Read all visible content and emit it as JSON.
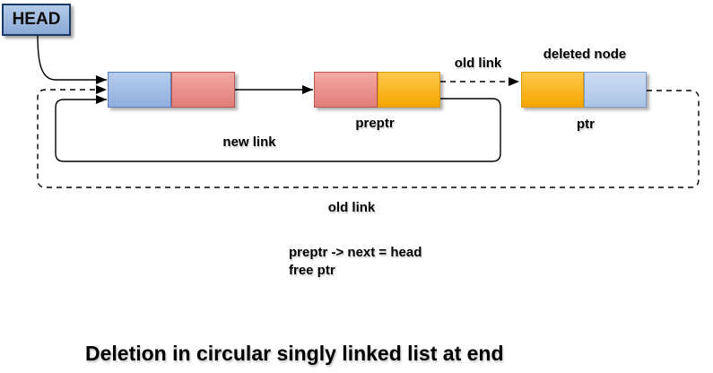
{
  "head": {
    "label": "HEAD"
  },
  "labels": {
    "old_link_top": "old link",
    "deleted_node": "deleted node",
    "preptr": "preptr",
    "ptr": "ptr",
    "new_link": "new link",
    "old_link_bottom": "old link"
  },
  "code": {
    "line1": "preptr -> next = head",
    "line2": "free ptr"
  },
  "title": "Deletion in circular singly linked list at end",
  "nodes": [
    {
      "id": "first-node",
      "halves": [
        "blue",
        "red"
      ]
    },
    {
      "id": "preptr-node",
      "halves": [
        "red",
        "orange"
      ]
    },
    {
      "id": "deleted-node",
      "halves": [
        "orange",
        "paleblue"
      ]
    }
  ],
  "links": [
    {
      "name": "head-pointer",
      "style": "solid",
      "from": "HEAD",
      "to": "first-node"
    },
    {
      "name": "first-to-preptr",
      "style": "solid",
      "from": "first-node",
      "to": "preptr-node"
    },
    {
      "name": "old-link-top",
      "style": "dashed",
      "from": "preptr-node",
      "to": "deleted-node"
    },
    {
      "name": "old-link-wrap",
      "style": "dashed",
      "from": "deleted-node",
      "to": "first-node"
    },
    {
      "name": "new-link-wrap",
      "style": "solid",
      "from": "preptr-node",
      "to": "first-node"
    }
  ],
  "colors": {
    "blue_light": "#b7cdec",
    "blue_dark": "#8fafdf",
    "blue_border": "#5a7cb5",
    "red_light": "#f4a9a5",
    "red_dark": "#e27d78",
    "red_border": "#b85450",
    "orange_light": "#ffc84d",
    "orange_dark": "#f5a500",
    "orange_border": "#d79b00",
    "paleblue_light": "#cdddf2",
    "paleblue_dark": "#a9c4e6",
    "paleblue_border": "#7a9cc6",
    "head_light": "#b4cbe9",
    "head_dark": "#8aa9d6",
    "head_border": "#1b3a66",
    "line": "#000000",
    "text": "#000000"
  }
}
